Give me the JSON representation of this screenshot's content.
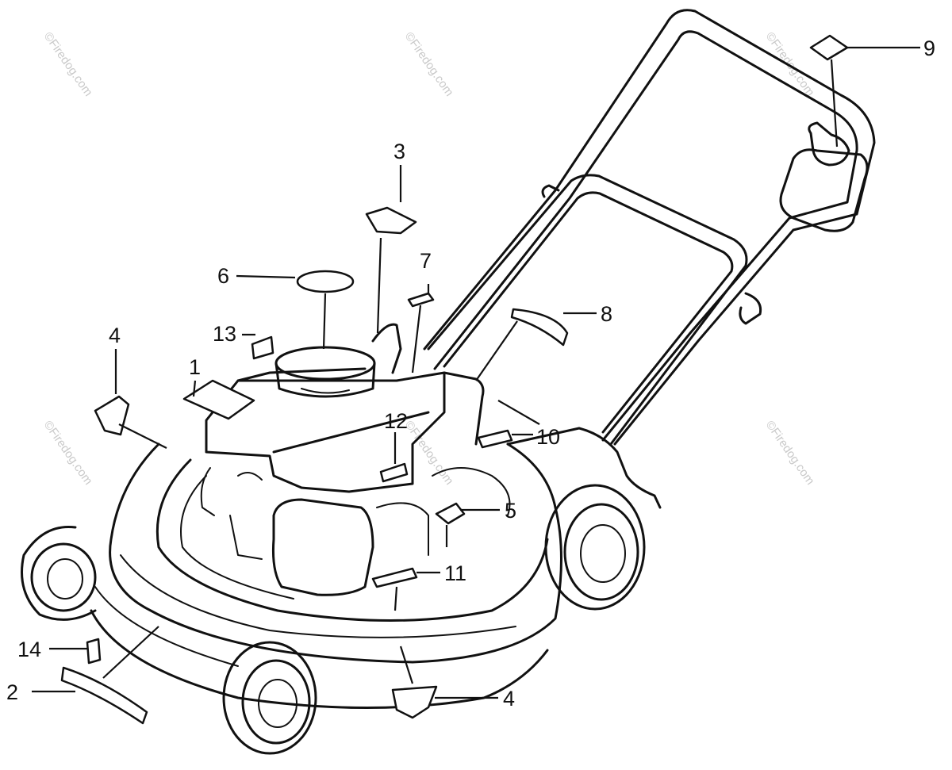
{
  "watermark": "©Firedog.com",
  "callouts": {
    "c1": "1",
    "c2": "2",
    "c3": "3",
    "c4a": "4",
    "c4b": "4",
    "c5": "5",
    "c6": "6",
    "c7": "7",
    "c8": "8",
    "c9": "9",
    "c10": "10",
    "c11": "11",
    "c12": "12",
    "c13": "13",
    "c14": "14"
  }
}
